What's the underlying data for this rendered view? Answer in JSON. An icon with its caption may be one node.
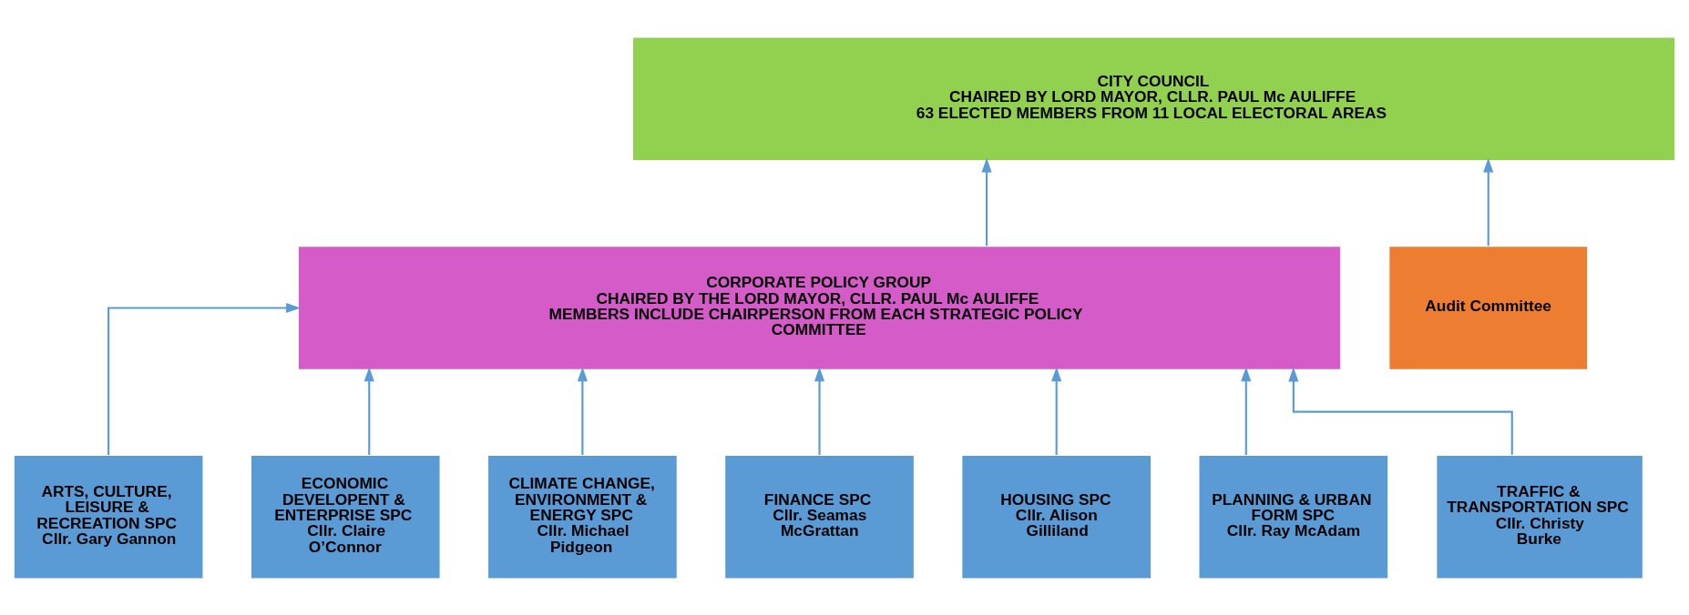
{
  "diagram": {
    "nodes": [
      {
        "text": [
          "CITY COUNCIL",
          "CHAIRED BY LORD MAYOR, CLLR. PAUL Mc AULIFFE",
          "63 ELECTED MEMBERS FROM 11 LOCAL ELECTORAL AREAS"
        ]
      },
      {
        "text": [
          "CORPORATE POLICY GROUP",
          "CHAIRED BY THE LORD MAYOR, CLLR. PAUL Mc AULIFFE",
          "MEMBERS INCLUDE CHAIRPERSON FROM EACH STRATEGIC POLICY COMMITTEE"
        ]
      },
      {
        "text": [
          "Audit Committee"
        ]
      },
      {
        "text": [
          "ARTS, CULTURE, LEISURE & RECREATION SPC",
          "Cllr. Gary Gannon"
        ]
      },
      {
        "text": [
          "ECONOMIC DEVELOPENT & ENTERPRISE SPC",
          "Cllr. Claire O’Connor"
        ]
      },
      {
        "text": [
          "CLIMATE CHANGE, ENVIRONMENT & ENERGY SPC",
          "Cllr. Michael Pidgeon"
        ]
      },
      {
        "text": [
          "FINANCE SPC",
          "Cllr. Seamas McGrattan"
        ]
      },
      {
        "text": [
          "HOUSING SPC",
          "Cllr. Alison Gilliland"
        ]
      },
      {
        "text": [
          "PLANNING & URBAN FORM SPC",
          "Cllr. Ray McAdam"
        ]
      },
      {
        "text": [
          "TRAFFIC & TRANSPORTATION SPC",
          "Cllr. Christy Burke"
        ]
      }
    ],
    "edges": [
      {
        "from": 1,
        "to": 0,
        "arrow": "to"
      },
      {
        "from": 2,
        "to": 0,
        "arrow": "to"
      },
      {
        "from": 3,
        "to": 1,
        "arrow": "to"
      },
      {
        "from": 4,
        "to": 1,
        "arrow": "to"
      },
      {
        "from": 5,
        "to": 1,
        "arrow": "to"
      },
      {
        "from": 6,
        "to": 1,
        "arrow": "to"
      },
      {
        "from": 7,
        "to": 1,
        "arrow": "to"
      },
      {
        "from": 8,
        "to": 1,
        "arrow": "to"
      },
      {
        "from": 9,
        "to": 1,
        "arrow": "to"
      }
    ]
  }
}
